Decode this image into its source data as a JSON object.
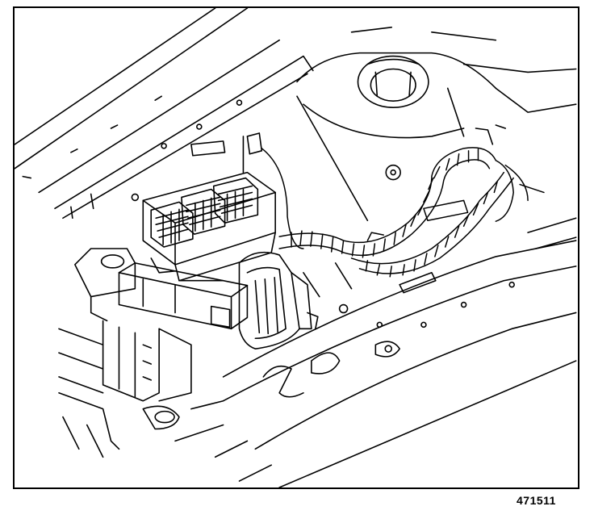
{
  "figure": {
    "number": "471511"
  },
  "colors": {
    "line": "#000000",
    "background": "#ffffff"
  },
  "icons": [
    "relay-center-fuse-box",
    "wiring-harness",
    "strut-tower",
    "body-frame-rail"
  ]
}
